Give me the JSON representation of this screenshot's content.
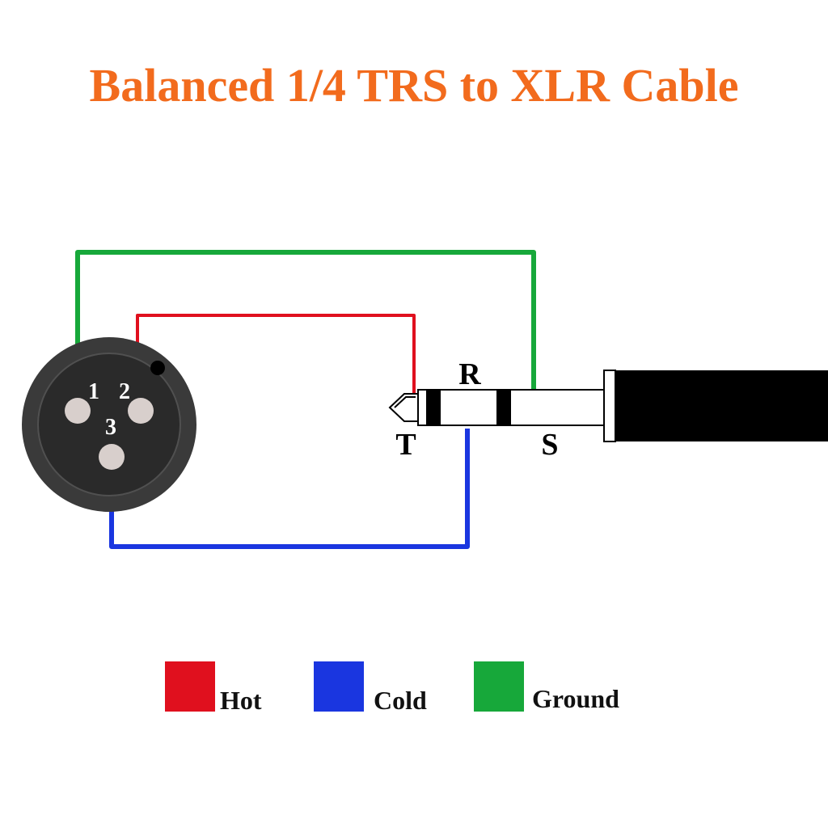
{
  "title": "Balanced 1/4 TRS to XLR Cable",
  "xlr": {
    "pins": [
      {
        "label": "1"
      },
      {
        "label": "2"
      },
      {
        "label": "3"
      }
    ]
  },
  "trs": {
    "tip_label": "T",
    "ring_label": "R",
    "sleeve_label": "S"
  },
  "colors": {
    "title": "#f26b1d",
    "hot": "#e0101e",
    "cold": "#1a36e0",
    "ground": "#17a83a",
    "connector_body": "#3a3a3a",
    "connector_face": "#2a2a2a",
    "pin": "#d8cfcc",
    "cable": "#000000"
  },
  "legend": [
    {
      "label": "Hot",
      "color": "#e0101e"
    },
    {
      "label": "Cold",
      "color": "#1a36e0"
    },
    {
      "label": "Ground",
      "color": "#17a83a"
    }
  ]
}
